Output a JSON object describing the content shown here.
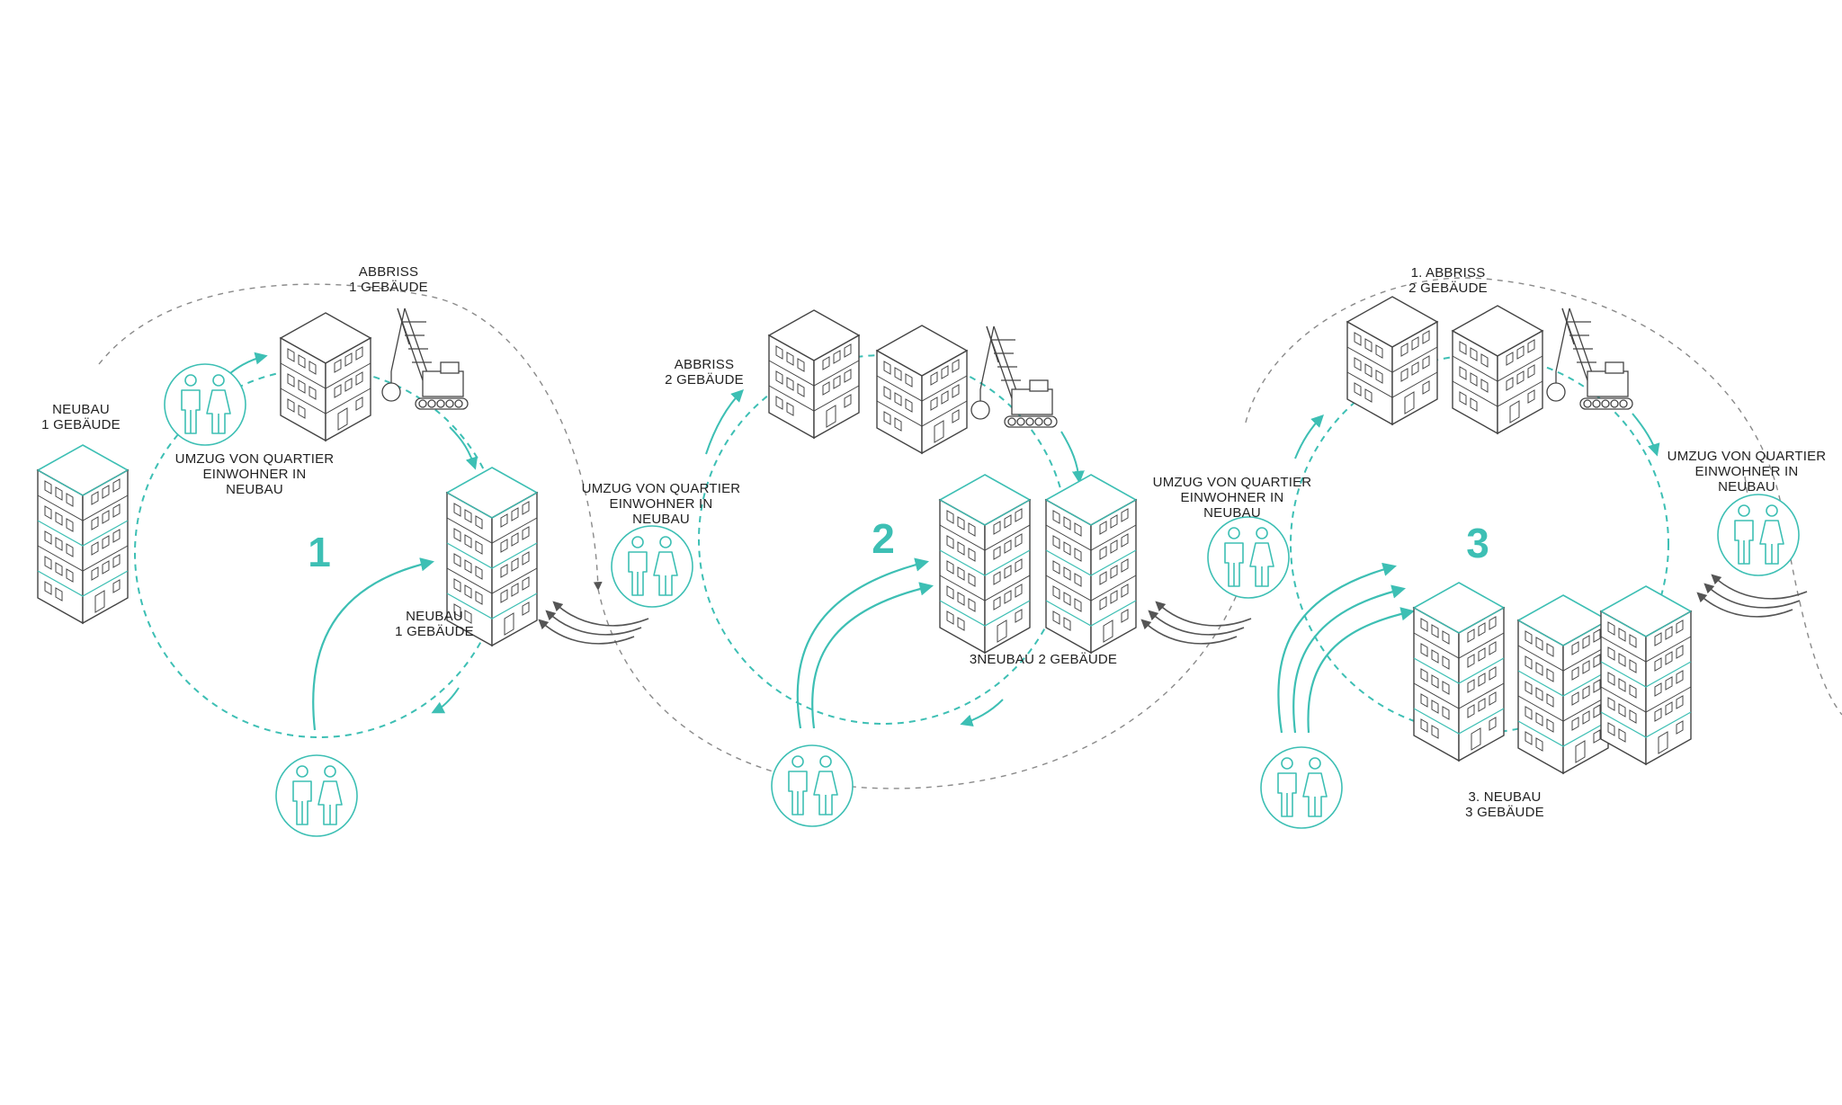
{
  "colors": {
    "accent": "#3dbfb4",
    "line": "#555555",
    "dashed_grey": "#8a8a8a",
    "text": "#222222"
  },
  "stages": [
    {
      "number": "1",
      "abriss": [
        "ABBRISS",
        "1 GEBÄUDE"
      ],
      "neubau_left": [
        "NEUBAU",
        "1 GEBÄUDE"
      ],
      "umzug": [
        "UMZUG VON QUARTIER",
        "EINWOHNER IN",
        "NEUBAU"
      ],
      "neubau_center": [
        "NEUBAU",
        "1 GEBÄUDE"
      ]
    },
    {
      "number": "2",
      "abriss": [
        "ABBRISS",
        "2 GEBÄUDE"
      ],
      "umzug": [
        "UMZUG VON QUARTIER",
        "EINWOHNER IN",
        "NEUBAU"
      ],
      "neubau": [
        "3NEUBAU 2 GEBÄUDE"
      ]
    },
    {
      "number": "3",
      "abriss": [
        "1. ABBRISS",
        "2 GEBÄUDE"
      ],
      "umzug_left": [
        "UMZUG VON QUARTIER",
        "EINWOHNER IN",
        "NEUBAU"
      ],
      "umzug_right": [
        "UMZUG VON QUARTIER",
        "EINWOHNER IN",
        "NEUBAU"
      ],
      "neubau": [
        "3. NEUBAU",
        "3 GEBÄUDE"
      ]
    }
  ],
  "icons": {
    "people": "people-icon",
    "building": "building-icon",
    "crane": "crane-icon",
    "flow_arrows": "flow-arrows-icon"
  }
}
